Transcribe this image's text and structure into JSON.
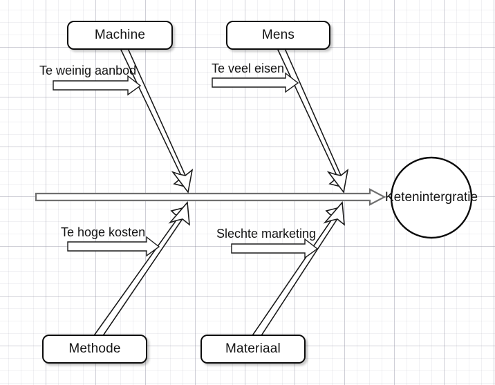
{
  "diagram": {
    "type": "fishbone-ishikawa",
    "effect": {
      "label": "Ketenintergratie",
      "shape": "circle"
    },
    "categories": [
      {
        "id": "machine",
        "label": "Machine",
        "position": "top-left"
      },
      {
        "id": "mens",
        "label": "Mens",
        "position": "top-right"
      },
      {
        "id": "methode",
        "label": "Methode",
        "position": "bottom-left"
      },
      {
        "id": "materiaal",
        "label": "Materiaal",
        "position": "bottom-right"
      }
    ],
    "causes": [
      {
        "id": "te-weinig-aanbod",
        "label": "Te weinig aanbod",
        "category": "machine"
      },
      {
        "id": "te-veel-eisen",
        "label": "Te veel eisen",
        "category": "mens"
      },
      {
        "id": "te-hoge-kosten",
        "label": "Te hoge kosten",
        "category": "methode"
      },
      {
        "id": "slechte-marketing",
        "label": "Slechte marketing",
        "category": "materiaal"
      }
    ],
    "colors": {
      "stroke": "#0b0b0b",
      "spine": "#6f6f6f",
      "text": "#141414",
      "background": "#ffffff",
      "grid_major": "#8283966f",
      "grid_minor": "#8c8ca01f"
    }
  }
}
